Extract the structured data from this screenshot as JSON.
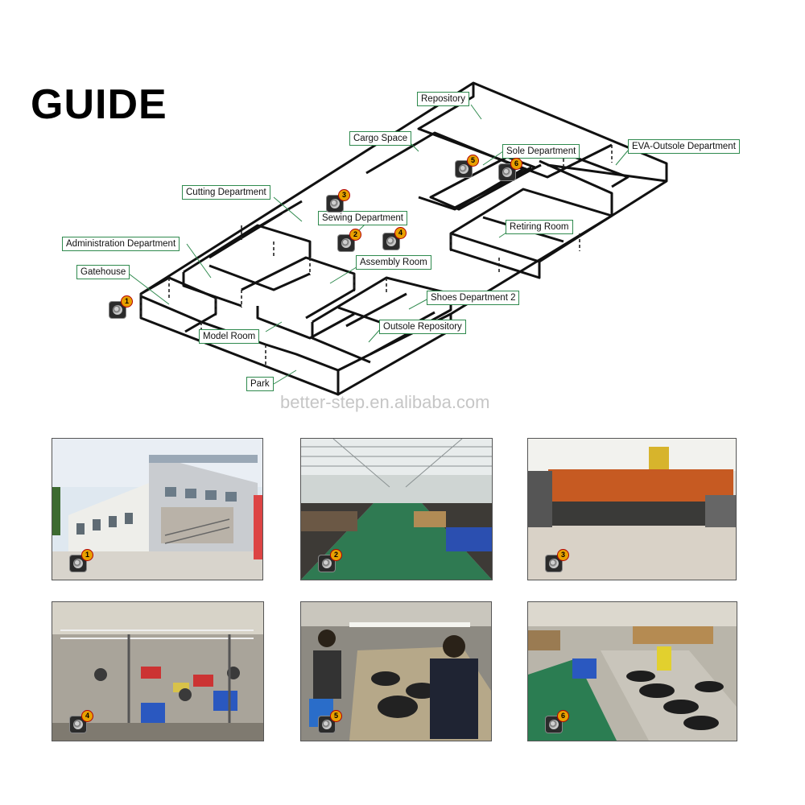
{
  "title": "GUIDE",
  "watermark": "better-step.en.alibaba.com",
  "labels": {
    "repository": "Repository",
    "cargo_space": "Cargo Space",
    "sole_department": "Sole Department",
    "eva_outsole_department": "EVA-Outsole Department",
    "cutting_department": "Cutting Department",
    "sewing_department": "Sewing Department",
    "retiring_room": "Retiring Room",
    "administration_department": "Administration Department",
    "assembly_room": "Assembly Room",
    "gatehouse": "Gatehouse",
    "shoes_department_2": "Shoes Department 2",
    "outsole_repository": "Outsole Repository",
    "model_room": "Model Room",
    "park": "Park"
  },
  "cameras": [
    "1",
    "2",
    "3",
    "4",
    "5",
    "6"
  ],
  "photos": [
    {
      "name": "gatehouse-photo",
      "camera": "1",
      "scene": "factory-exterior"
    },
    {
      "name": "workshop-floor-photo",
      "camera": "2",
      "scene": "workshop-hall"
    },
    {
      "name": "cutting-machine-photo",
      "camera": "3",
      "scene": "machine"
    },
    {
      "name": "sewing-line-photo",
      "camera": "4",
      "scene": "sewing-line"
    },
    {
      "name": "assembly-line-photo",
      "camera": "5",
      "scene": "assembly-line"
    },
    {
      "name": "sole-line-photo",
      "camera": "6",
      "scene": "sole-line"
    }
  ]
}
